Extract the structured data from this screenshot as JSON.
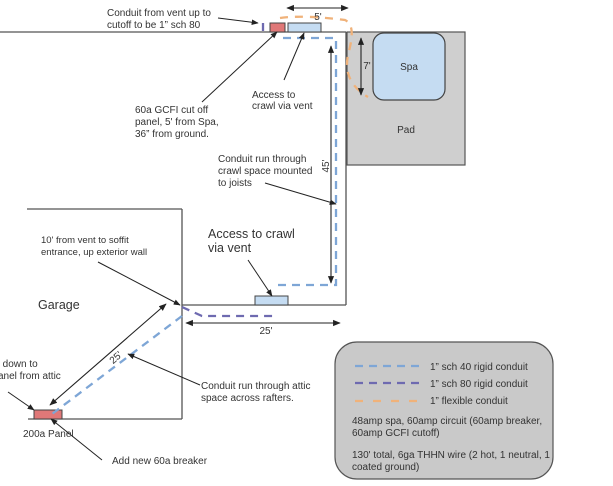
{
  "title": "Spa electrical conduit routing diagram",
  "colors": {
    "sch40": "#7ea6d6",
    "sch80": "#6e6ab0",
    "flexible": "#f0b27a",
    "wall": "#555555",
    "pad": "#cfcfcf",
    "spa": "#c5dcf2",
    "vent": "#c5dcf2",
    "panel": "#e07878",
    "legend_bg": "#c9c9c9",
    "arrow": "#222222"
  },
  "areas": {
    "spa": "Spa",
    "pad": "Pad",
    "garage": "Garage"
  },
  "annotations": {
    "conduit_from_vent": [
      "Conduit from vent up to",
      "cutoff to be 1” sch 80"
    ],
    "gcfi_panel": [
      "60a GCFI  cut off",
      "panel, 5' from Spa,",
      "36” from ground."
    ],
    "access_top": [
      "Access to",
      "crawl via vent"
    ],
    "crawl_run": [
      "Conduit run through",
      "crawl space mounted",
      "to joists"
    ],
    "access_bottom": [
      "Access to crawl",
      "via vent"
    ],
    "soffit": [
      "10' from vent to soffit",
      "entrance, up exterior wall"
    ],
    "attic_down": [
      "’ down to",
      "anel from attic"
    ],
    "attic_run": [
      "Conduit run through attic",
      "space across rafters."
    ],
    "main_panel": "200a Panel",
    "new_breaker": "Add new 60a breaker"
  },
  "dimensions": {
    "top_run": "5'",
    "spa_side": "7'",
    "crawl_run": "45'",
    "bottom_run": "25'",
    "attic_run": "25'"
  },
  "legend": {
    "items": [
      {
        "style": "sch40",
        "label": "1” sch 40 rigid conduit"
      },
      {
        "style": "sch80",
        "label": "1” sch 80 rigid conduit"
      },
      {
        "style": "flexible",
        "label": "1” flexible conduit"
      }
    ],
    "notes": [
      [
        "48amp spa, 60amp circuit (60amp breaker,",
        "60amp GCFI cutoff)"
      ],
      [
        "130' total, 6ga THHN wire (2 hot, 1 neutral, 1",
        "coated ground)"
      ]
    ]
  }
}
